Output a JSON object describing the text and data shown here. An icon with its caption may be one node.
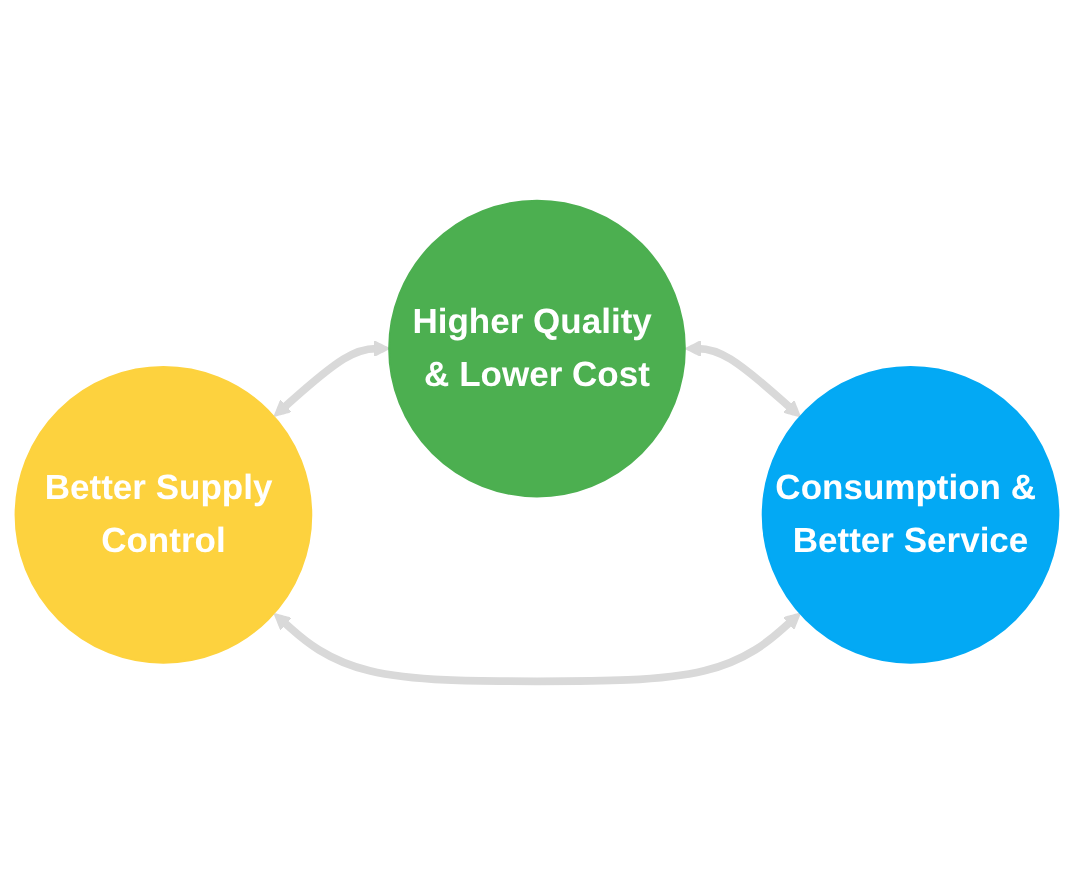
{
  "diagram": {
    "nodes": [
      {
        "text": [
          "Higher Quality & Lower Cost"
        ]
      },
      {
        "text": [
          "Better Supply Control"
        ]
      },
      {
        "text": [
          "Consumption & Better Service"
        ]
      }
    ],
    "edges": [
      {
        "from": 1,
        "to": 0,
        "arrow": "both"
      },
      {
        "from": 0,
        "to": 2,
        "arrow": "both"
      },
      {
        "from": 1,
        "to": 2,
        "arrow": "both"
      }
    ]
  }
}
